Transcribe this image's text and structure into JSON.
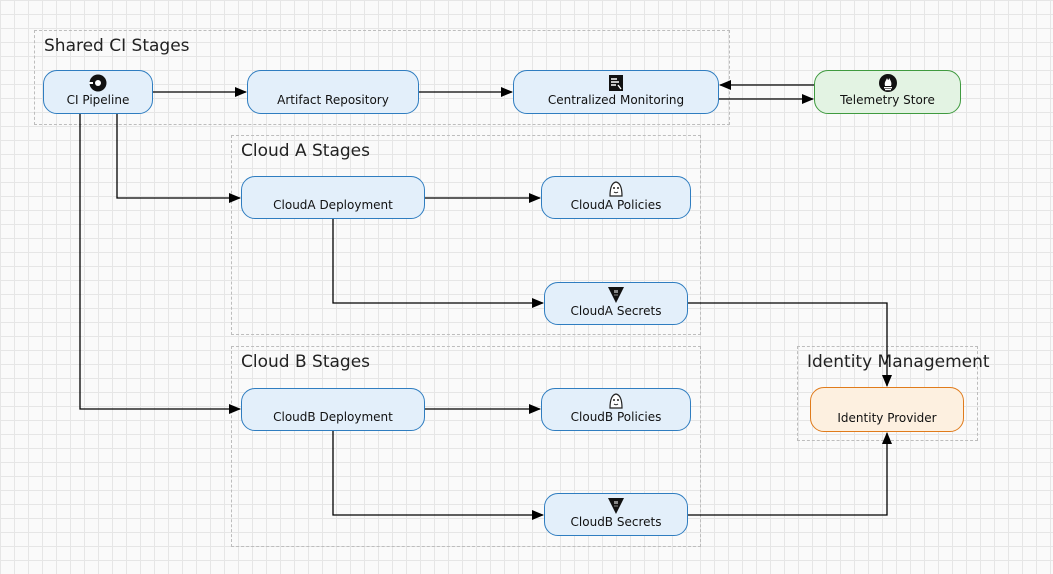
{
  "groups": {
    "shared": {
      "title": "Shared CI Stages"
    },
    "cloud_a": {
      "title": "Cloud A Stages"
    },
    "cloud_b": {
      "title": "Cloud B Stages"
    },
    "identity": {
      "title": "Identity Management"
    }
  },
  "nodes": {
    "ci_pipeline": {
      "label": "CI Pipeline",
      "icon": "circleci-icon"
    },
    "artifact_repository": {
      "label": "Artifact Repository"
    },
    "centralized_monitoring": {
      "label": "Centralized Monitoring",
      "icon": "monitoring-icon"
    },
    "telemetry_store": {
      "label": "Telemetry Store",
      "icon": "prometheus-icon"
    },
    "clouda_deployment": {
      "label": "CloudA Deployment"
    },
    "clouda_policies": {
      "label": "CloudA Policies",
      "icon": "policy-agent-icon"
    },
    "clouda_secrets": {
      "label": "CloudA Secrets",
      "icon": "vault-icon"
    },
    "cloudb_deployment": {
      "label": "CloudB Deployment"
    },
    "cloudb_policies": {
      "label": "CloudB Policies",
      "icon": "policy-agent-icon"
    },
    "cloudb_secrets": {
      "label": "CloudB Secrets",
      "icon": "vault-icon"
    },
    "identity_provider": {
      "label": "Identity Provider"
    }
  },
  "colors": {
    "node_blue_fill": "#e3effa",
    "node_blue_border": "#2f7dc0",
    "node_green_fill": "#e3f3e3",
    "node_green_border": "#3f9a3f",
    "node_orange_fill": "#fdf0e0",
    "node_orange_border": "#e07b1b",
    "edge": "#000000",
    "group_border": "#bdbdbd"
  }
}
